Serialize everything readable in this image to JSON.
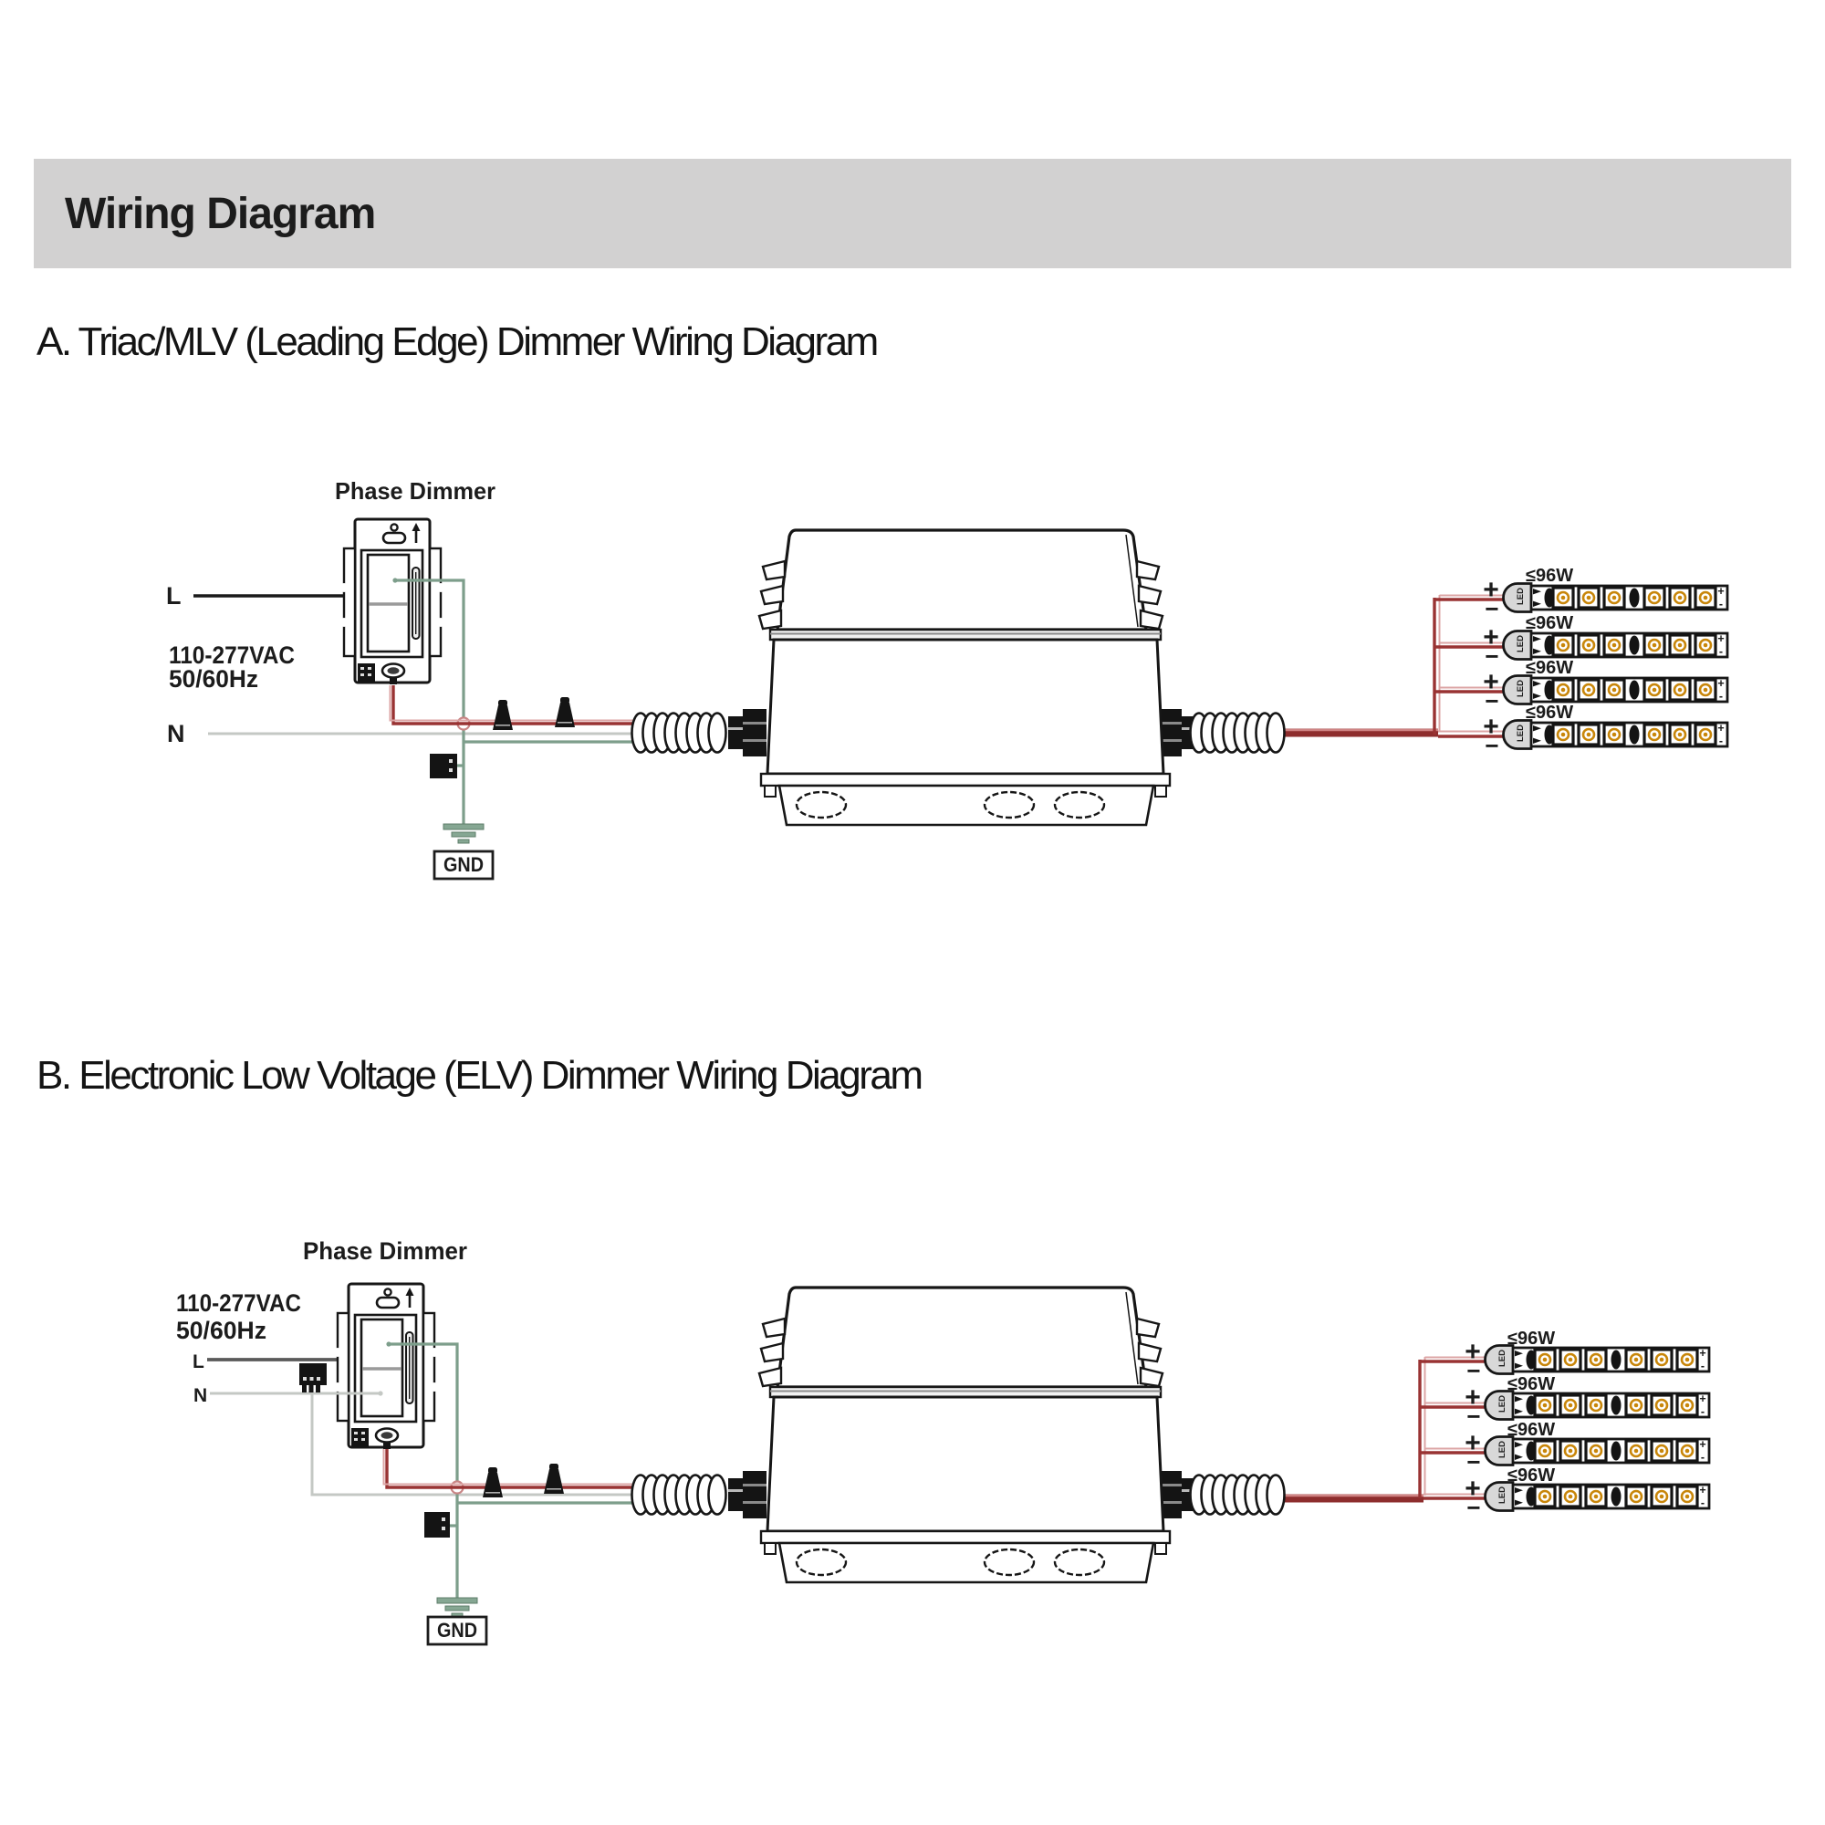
{
  "header": {
    "title": "Wiring Diagram"
  },
  "sections": [
    {
      "label": "A.",
      "title": "A. Triac/MLV (Leading Edge) Dimmer Wiring Diagram"
    },
    {
      "label": "B.",
      "title": "B. Electronic Low Voltage (ELV) Dimmer Wiring Diagram"
    }
  ],
  "diagram": {
    "phase_dimmer_label": "Phase Dimmer",
    "line_label": "L",
    "neutral_label": "N",
    "voltage": "110-277VAC",
    "frequency": "50/60Hz",
    "ground_label": "GND",
    "led_strip": {
      "wattage_label": "≤96W",
      "polarity_plus": "+",
      "polarity_minus": "−",
      "led_text": "LED",
      "terminal_plus": "+",
      "terminal_minus": "-"
    },
    "counts": {
      "led_strips_per_driver": 4
    }
  },
  "colors": {
    "header_bg": "#d2d1d1",
    "diagram_line": "#1a1a1a",
    "wire_red_dark": "#993333",
    "wire_red_light": "#dca5a5",
    "wire_green": "#7d9e8b",
    "wire_gray_light": "#c4c8c4",
    "wire_gray_dark": "#5a5a5a",
    "led_gold": "#c8860a"
  }
}
